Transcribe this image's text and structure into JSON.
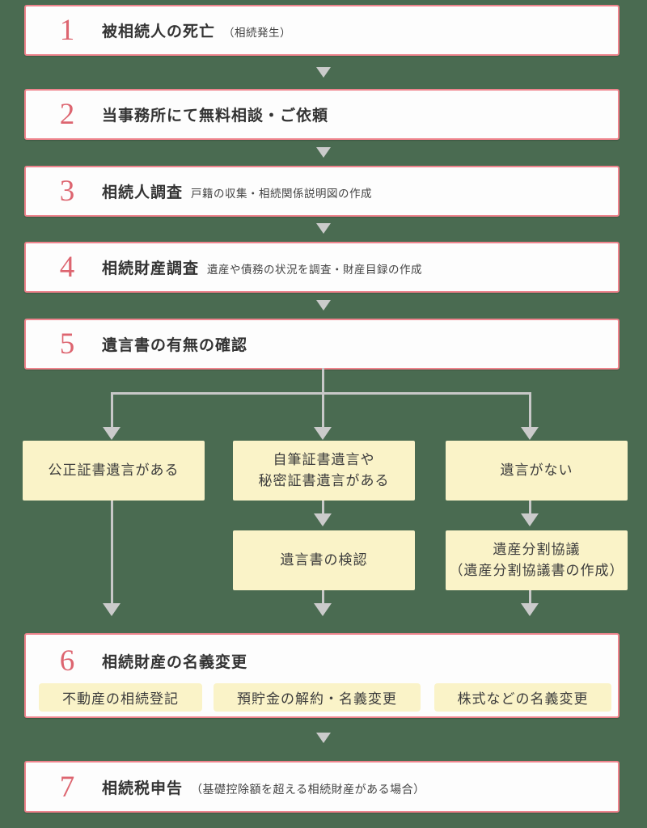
{
  "colors": {
    "background": "#4a6b51",
    "box_border": "#ef848d",
    "number_red": "#dd6570",
    "yellow_fill": "#faf3c8",
    "arrow_gray": "#cbcbcb",
    "title_text": "#333333"
  },
  "steps": [
    {
      "number": "1",
      "title": "被相続人の死亡",
      "subtitle": "（相続発生）"
    },
    {
      "number": "2",
      "title": "当事務所にて無料相談・ご依頼"
    },
    {
      "number": "3",
      "title": "相続人調査",
      "subtitle": "戸籍の収集・相続関係説明図の作成"
    },
    {
      "number": "4",
      "title": "相続財産調査",
      "subtitle": "遺産や債務の状況を調査・財産目録の作成"
    },
    {
      "number": "5",
      "title": "遺言書の有無の確認"
    },
    {
      "number": "6",
      "title": "相続財産の名義変更"
    },
    {
      "number": "7",
      "title": "相続税申告",
      "subtitle": "（基礎控除額を超える相続財産がある場合）"
    }
  ],
  "branches": {
    "left": {
      "label": "公正証書遺言がある"
    },
    "middle": {
      "label_line1": "自筆証書遺言や",
      "label_line2": "秘密証書遺言がある",
      "next_label": "遺言書の検認"
    },
    "right": {
      "label": "遺言がない",
      "next_line1": "遺産分割協議",
      "next_line2": "（遺産分割協議書の作成）"
    }
  },
  "step6_chips": [
    "不動産の相続登記",
    "預貯金の解約・名義変更",
    "株式などの名義変更"
  ]
}
